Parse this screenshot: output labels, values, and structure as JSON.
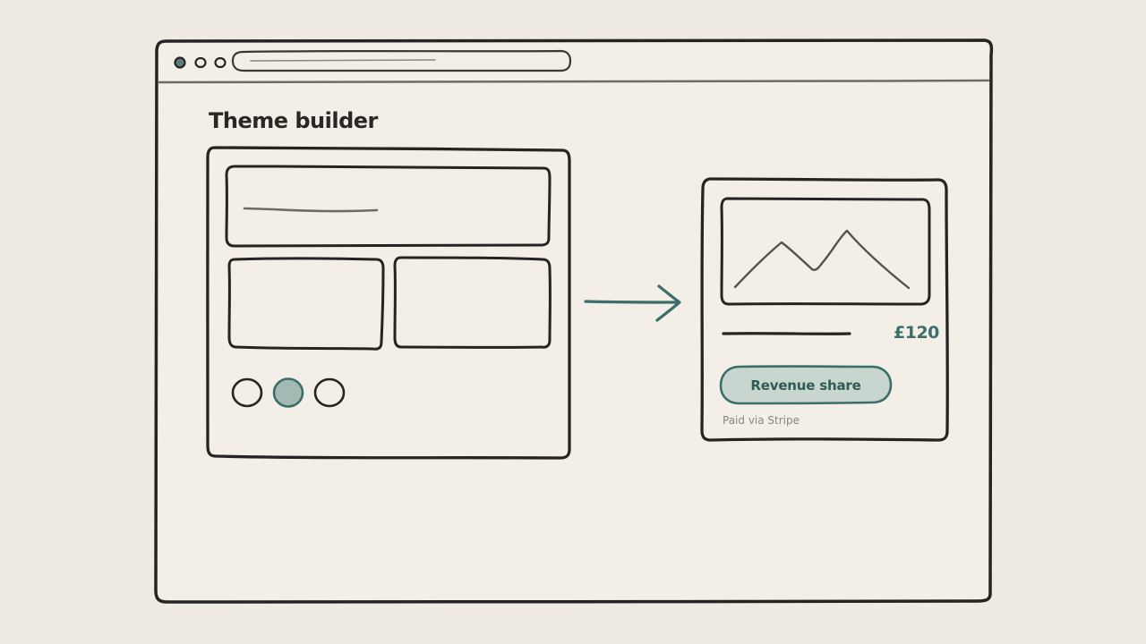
{
  "colors": {
    "ink": "#262422",
    "accent": "#3b6e69",
    "accent_fill": "#c9d5cf",
    "paper": "#f2eee6",
    "muted": "#8a8680"
  },
  "browser": {
    "window_controls": [
      "close-dot",
      "minimize-dot",
      "maximize-dot"
    ],
    "address_bar": {
      "value": ""
    }
  },
  "builder": {
    "title": "Theme builder",
    "swatches": [
      {
        "name": "swatch-1",
        "selected": false
      },
      {
        "name": "swatch-2",
        "selected": true
      },
      {
        "name": "swatch-3",
        "selected": false
      }
    ]
  },
  "product_card": {
    "image_icon": "mountain-icon",
    "price": "£120",
    "cta_label": "Revenue share",
    "note": "Paid via Stripe"
  },
  "flow": {
    "arrow_icon": "arrow-right-icon"
  }
}
